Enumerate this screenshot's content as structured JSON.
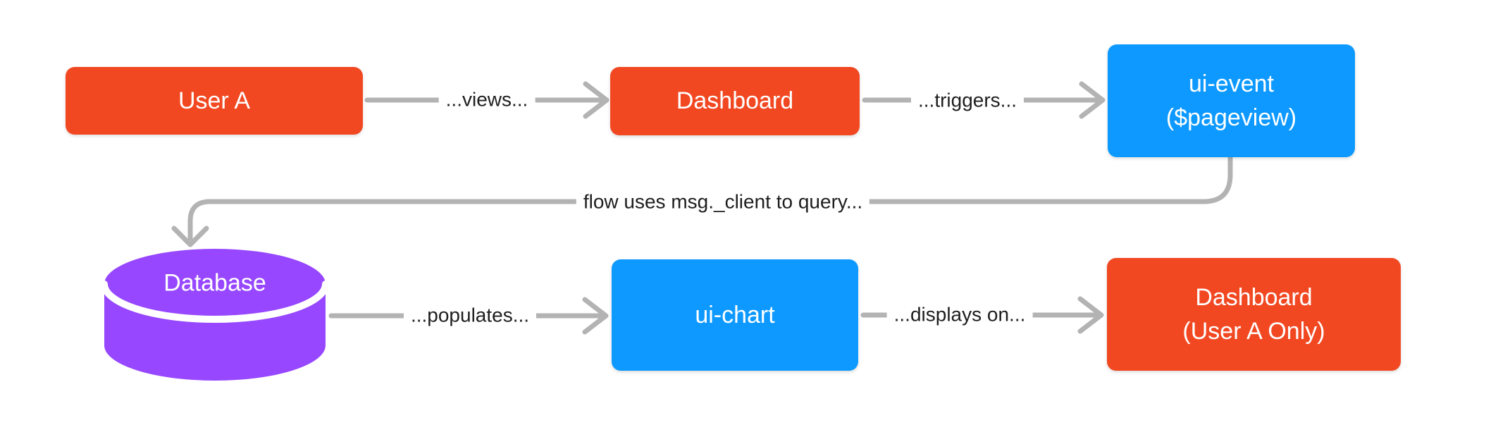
{
  "canvas": {
    "background_color": "#FFFFFF"
  },
  "diagram": {
    "connector_color": "#B3B3B3",
    "edge_label_color": "#1E1E1E",
    "node_text_color": "#FFFFFF",
    "nodes": {
      "user_a": {
        "label": "User A",
        "shape": "rounded-rect",
        "fill": "#F24822"
      },
      "dashboard": {
        "label": "Dashboard",
        "shape": "rounded-rect",
        "fill": "#F24822"
      },
      "ui_event": {
        "label_line1": "ui-event",
        "label_line2": "($pageview)",
        "shape": "rounded-rect",
        "fill": "#0D99FF"
      },
      "database": {
        "label": "Database",
        "shape": "cylinder",
        "fill": "#9747FF",
        "band_color": "#FFFFFF"
      },
      "ui_chart": {
        "label": "ui-chart",
        "shape": "rounded-rect",
        "fill": "#0D99FF"
      },
      "dashboard_user_a_only": {
        "label_line1": "Dashboard",
        "label_line2": "(User A Only)",
        "shape": "rounded-rect",
        "fill": "#F24822"
      }
    },
    "edges": {
      "views": {
        "label": "...views...",
        "from": "user_a",
        "to": "dashboard"
      },
      "triggers": {
        "label": "...triggers...",
        "from": "dashboard",
        "to": "ui_event"
      },
      "query": {
        "label": "flow uses msg._client to query...",
        "from": "ui_event",
        "to": "database"
      },
      "populates": {
        "label": "...populates...",
        "from": "database",
        "to": "ui_chart"
      },
      "displays_on": {
        "label": "...displays on...",
        "from": "ui_chart",
        "to": "dashboard_user_a_only"
      }
    }
  }
}
